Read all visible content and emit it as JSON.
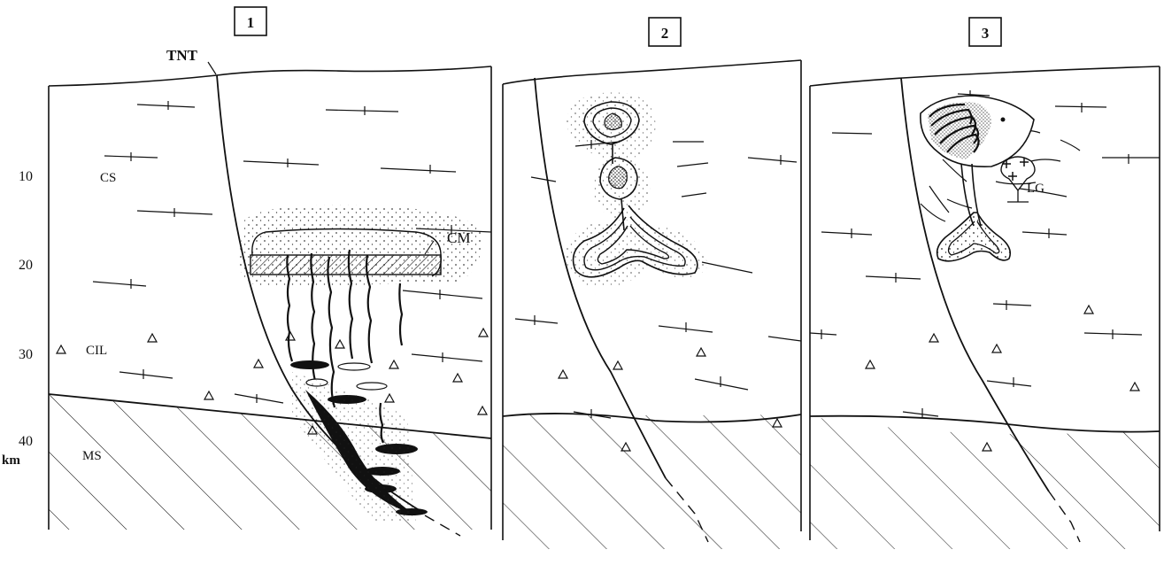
{
  "panels": [
    {
      "number": "1"
    },
    {
      "number": "2"
    },
    {
      "number": "3"
    }
  ],
  "depth_axis": {
    "ticks": [
      "10",
      "20",
      "30",
      "40"
    ],
    "unit": "km"
  },
  "labels": {
    "fault": "TNT",
    "crust_upper": "CS",
    "crust_lower": "CIL",
    "mantle": "MS",
    "magma": "CM",
    "granite": "LG"
  }
}
